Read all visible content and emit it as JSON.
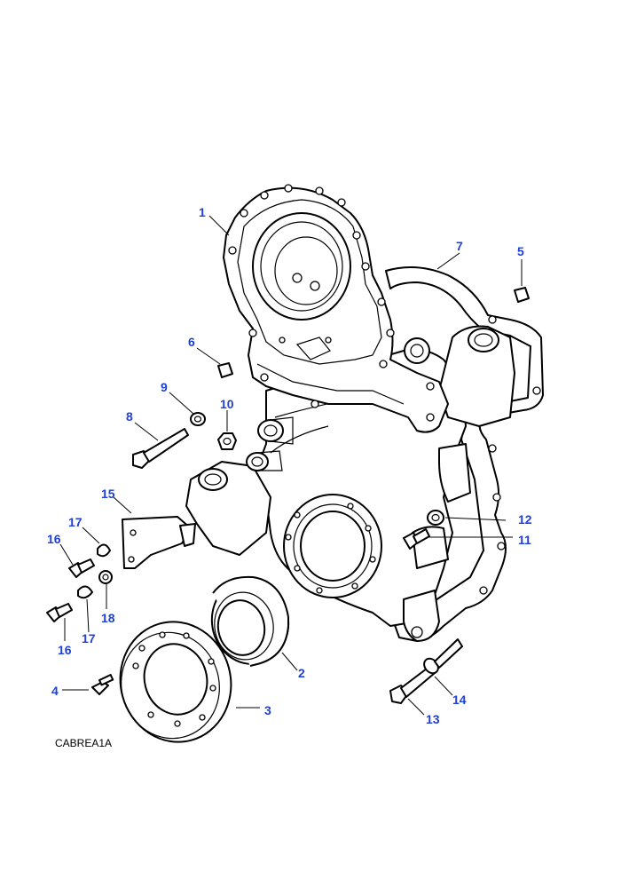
{
  "diagram": {
    "caption": "CABREA1A",
    "accent_color": "#1e3fd8",
    "callouts": [
      {
        "id": "c1",
        "label": "1"
      },
      {
        "id": "c2",
        "label": "2"
      },
      {
        "id": "c3",
        "label": "3"
      },
      {
        "id": "c4",
        "label": "4"
      },
      {
        "id": "c5",
        "label": "5"
      },
      {
        "id": "c6",
        "label": "6"
      },
      {
        "id": "c7",
        "label": "7"
      },
      {
        "id": "c8",
        "label": "8"
      },
      {
        "id": "c9",
        "label": "9"
      },
      {
        "id": "c10",
        "label": "10"
      },
      {
        "id": "c11",
        "label": "11"
      },
      {
        "id": "c12",
        "label": "12"
      },
      {
        "id": "c13",
        "label": "13"
      },
      {
        "id": "c14",
        "label": "14"
      },
      {
        "id": "c15",
        "label": "15"
      },
      {
        "id": "c16a",
        "label": "16"
      },
      {
        "id": "c16b",
        "label": "16"
      },
      {
        "id": "c17a",
        "label": "17"
      },
      {
        "id": "c17b",
        "label": "17"
      },
      {
        "id": "c18",
        "label": "18"
      }
    ]
  }
}
